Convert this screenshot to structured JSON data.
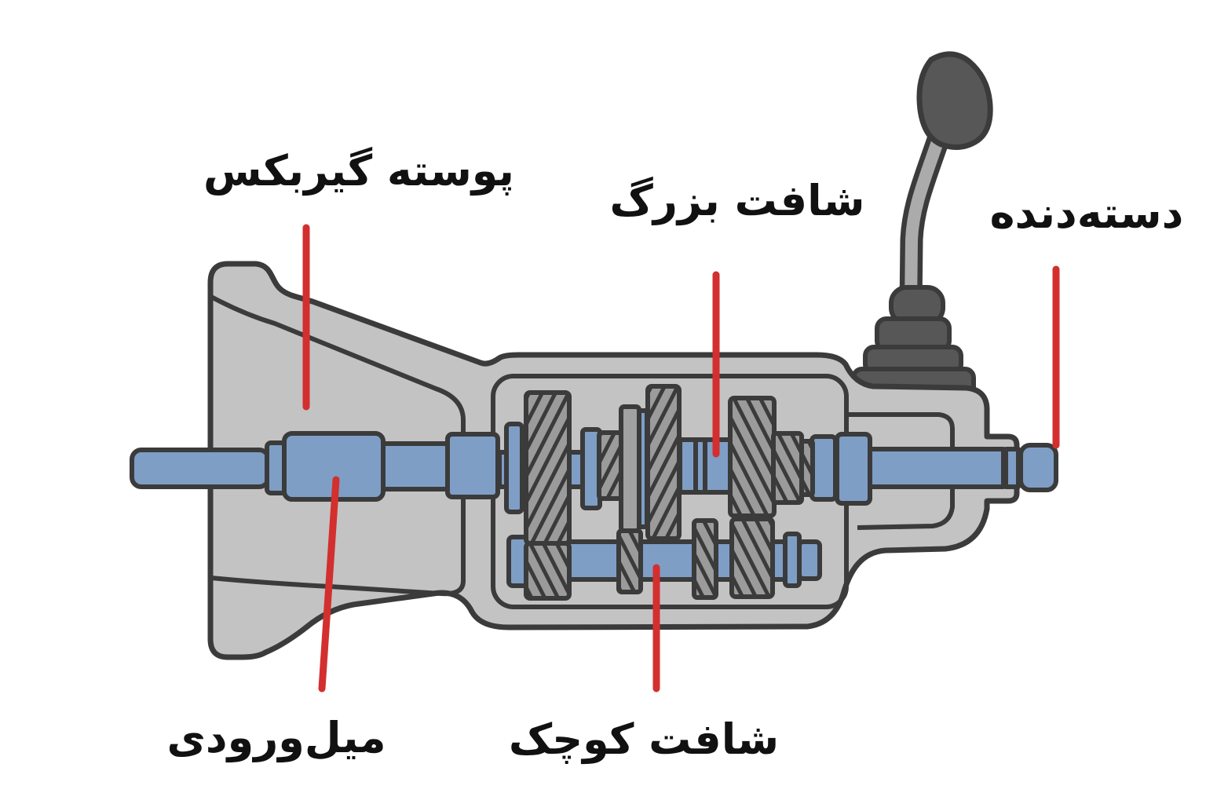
{
  "diagram": {
    "type": "gearbox-cutaway-illustration",
    "labels": {
      "gearbox_housing": "پوسته گیربکس",
      "main_shaft": "شافت بزرگ",
      "gear_lever": "دسته‌دنده",
      "input_shaft": "میل‌ورودی",
      "counter_shaft": "شافت کوچک"
    },
    "colors": {
      "background": "#ffffff",
      "housing_gray": "#c3c3c3",
      "outline_dark": "#3b3b3b",
      "shaft_blue": "#7e9ec5",
      "gear_gray": "#9b9b9b",
      "sleeve_gray": "#a2a2a2",
      "lever_dark": "#575757",
      "lever_stick_gray": "#ababab",
      "leader_line_red": "#d32f2f",
      "label_text": "#111111"
    }
  }
}
